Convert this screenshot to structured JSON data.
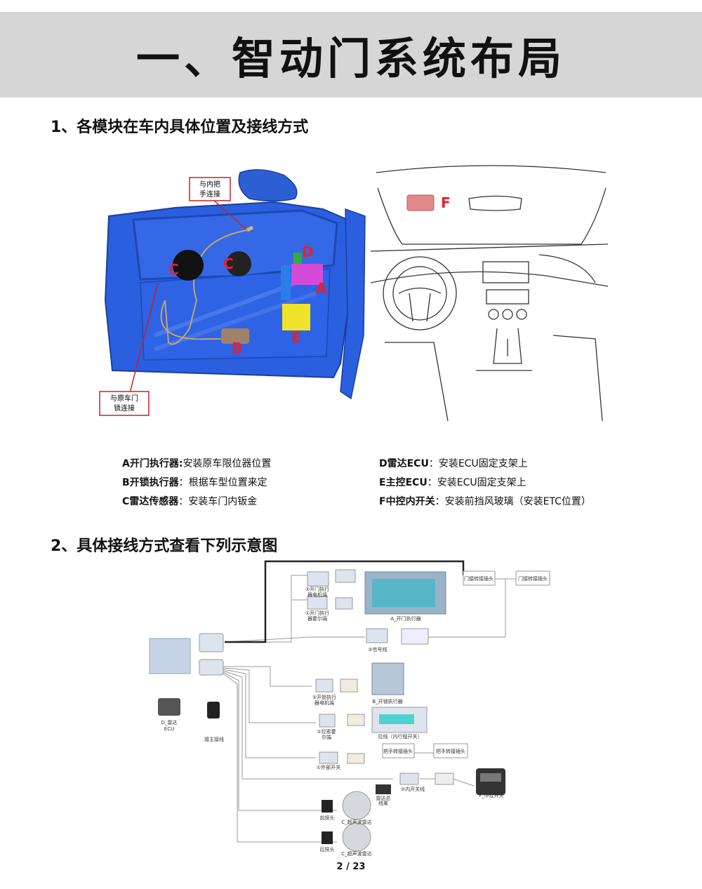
{
  "title": "一、智动门系统布局",
  "section1": {
    "heading": "1、各模块在车内具体位置及接线方式"
  },
  "door_figure": {
    "callout_handle": [
      "与内把",
      "手连接"
    ],
    "callout_lock": [
      "与原车门",
      "锁连接"
    ],
    "labels": {
      "a": "A",
      "b": "B",
      "c1": "C",
      "c2": "C",
      "d": "D",
      "e": "E"
    }
  },
  "dash_figure": {
    "label_f": "F"
  },
  "legend": {
    "left": [
      {
        "term": "A开门执行器:",
        "desc": "安装原车限位器位置"
      },
      {
        "term": "B开锁执行器",
        "desc": "：根据车型位置来定"
      },
      {
        "term": "C雷达传感器",
        "desc": "：安装车门内钣金"
      }
    ],
    "right": [
      {
        "term": "D雷达ECU",
        "desc": "：安装ECU固定支架上"
      },
      {
        "term": "E主控ECU",
        "desc": "：安装ECU固定支架上"
      },
      {
        "term": "F中控内开关",
        "desc": "：安装前挡风玻璃（安装ETC位置）"
      }
    ]
  },
  "section2": {
    "heading": "2、具体接线方式查看下列示意图"
  },
  "wiring": {
    "door_conn1": "门接转接插头",
    "door_conn2": "门接转接插头",
    "a_sub1": [
      "②开门执行",
      "器电机端"
    ],
    "a_sub2": [
      "①开门执行",
      "器霍尔端"
    ],
    "a_caption": "A_开门执行器",
    "signal": "②信号线",
    "b_sub": [
      "②开锁执行",
      "器电机端"
    ],
    "b_caption": "B_开锁执行器",
    "pull_sub": [
      "①拉索霍",
      "尔端"
    ],
    "pull_caption": "拉线（内行程开关）",
    "handle_conn1": "把手转接插头",
    "handle_conn2": "把手转接插头",
    "ext_switch": "①外部开关",
    "center_switch": "②内开关线",
    "radar_harness": [
      "雷达总",
      "线束"
    ],
    "f_caption": "F_中控开关",
    "d_caption": [
      "D_雷达",
      "ECU"
    ],
    "ground": "接主接线",
    "front_probe": "前探头",
    "rear_probe": "后探头",
    "radar_c1": "C_超声波雷达",
    "radar_c2": "C_超声波雷达"
  },
  "page": "2 / 23"
}
